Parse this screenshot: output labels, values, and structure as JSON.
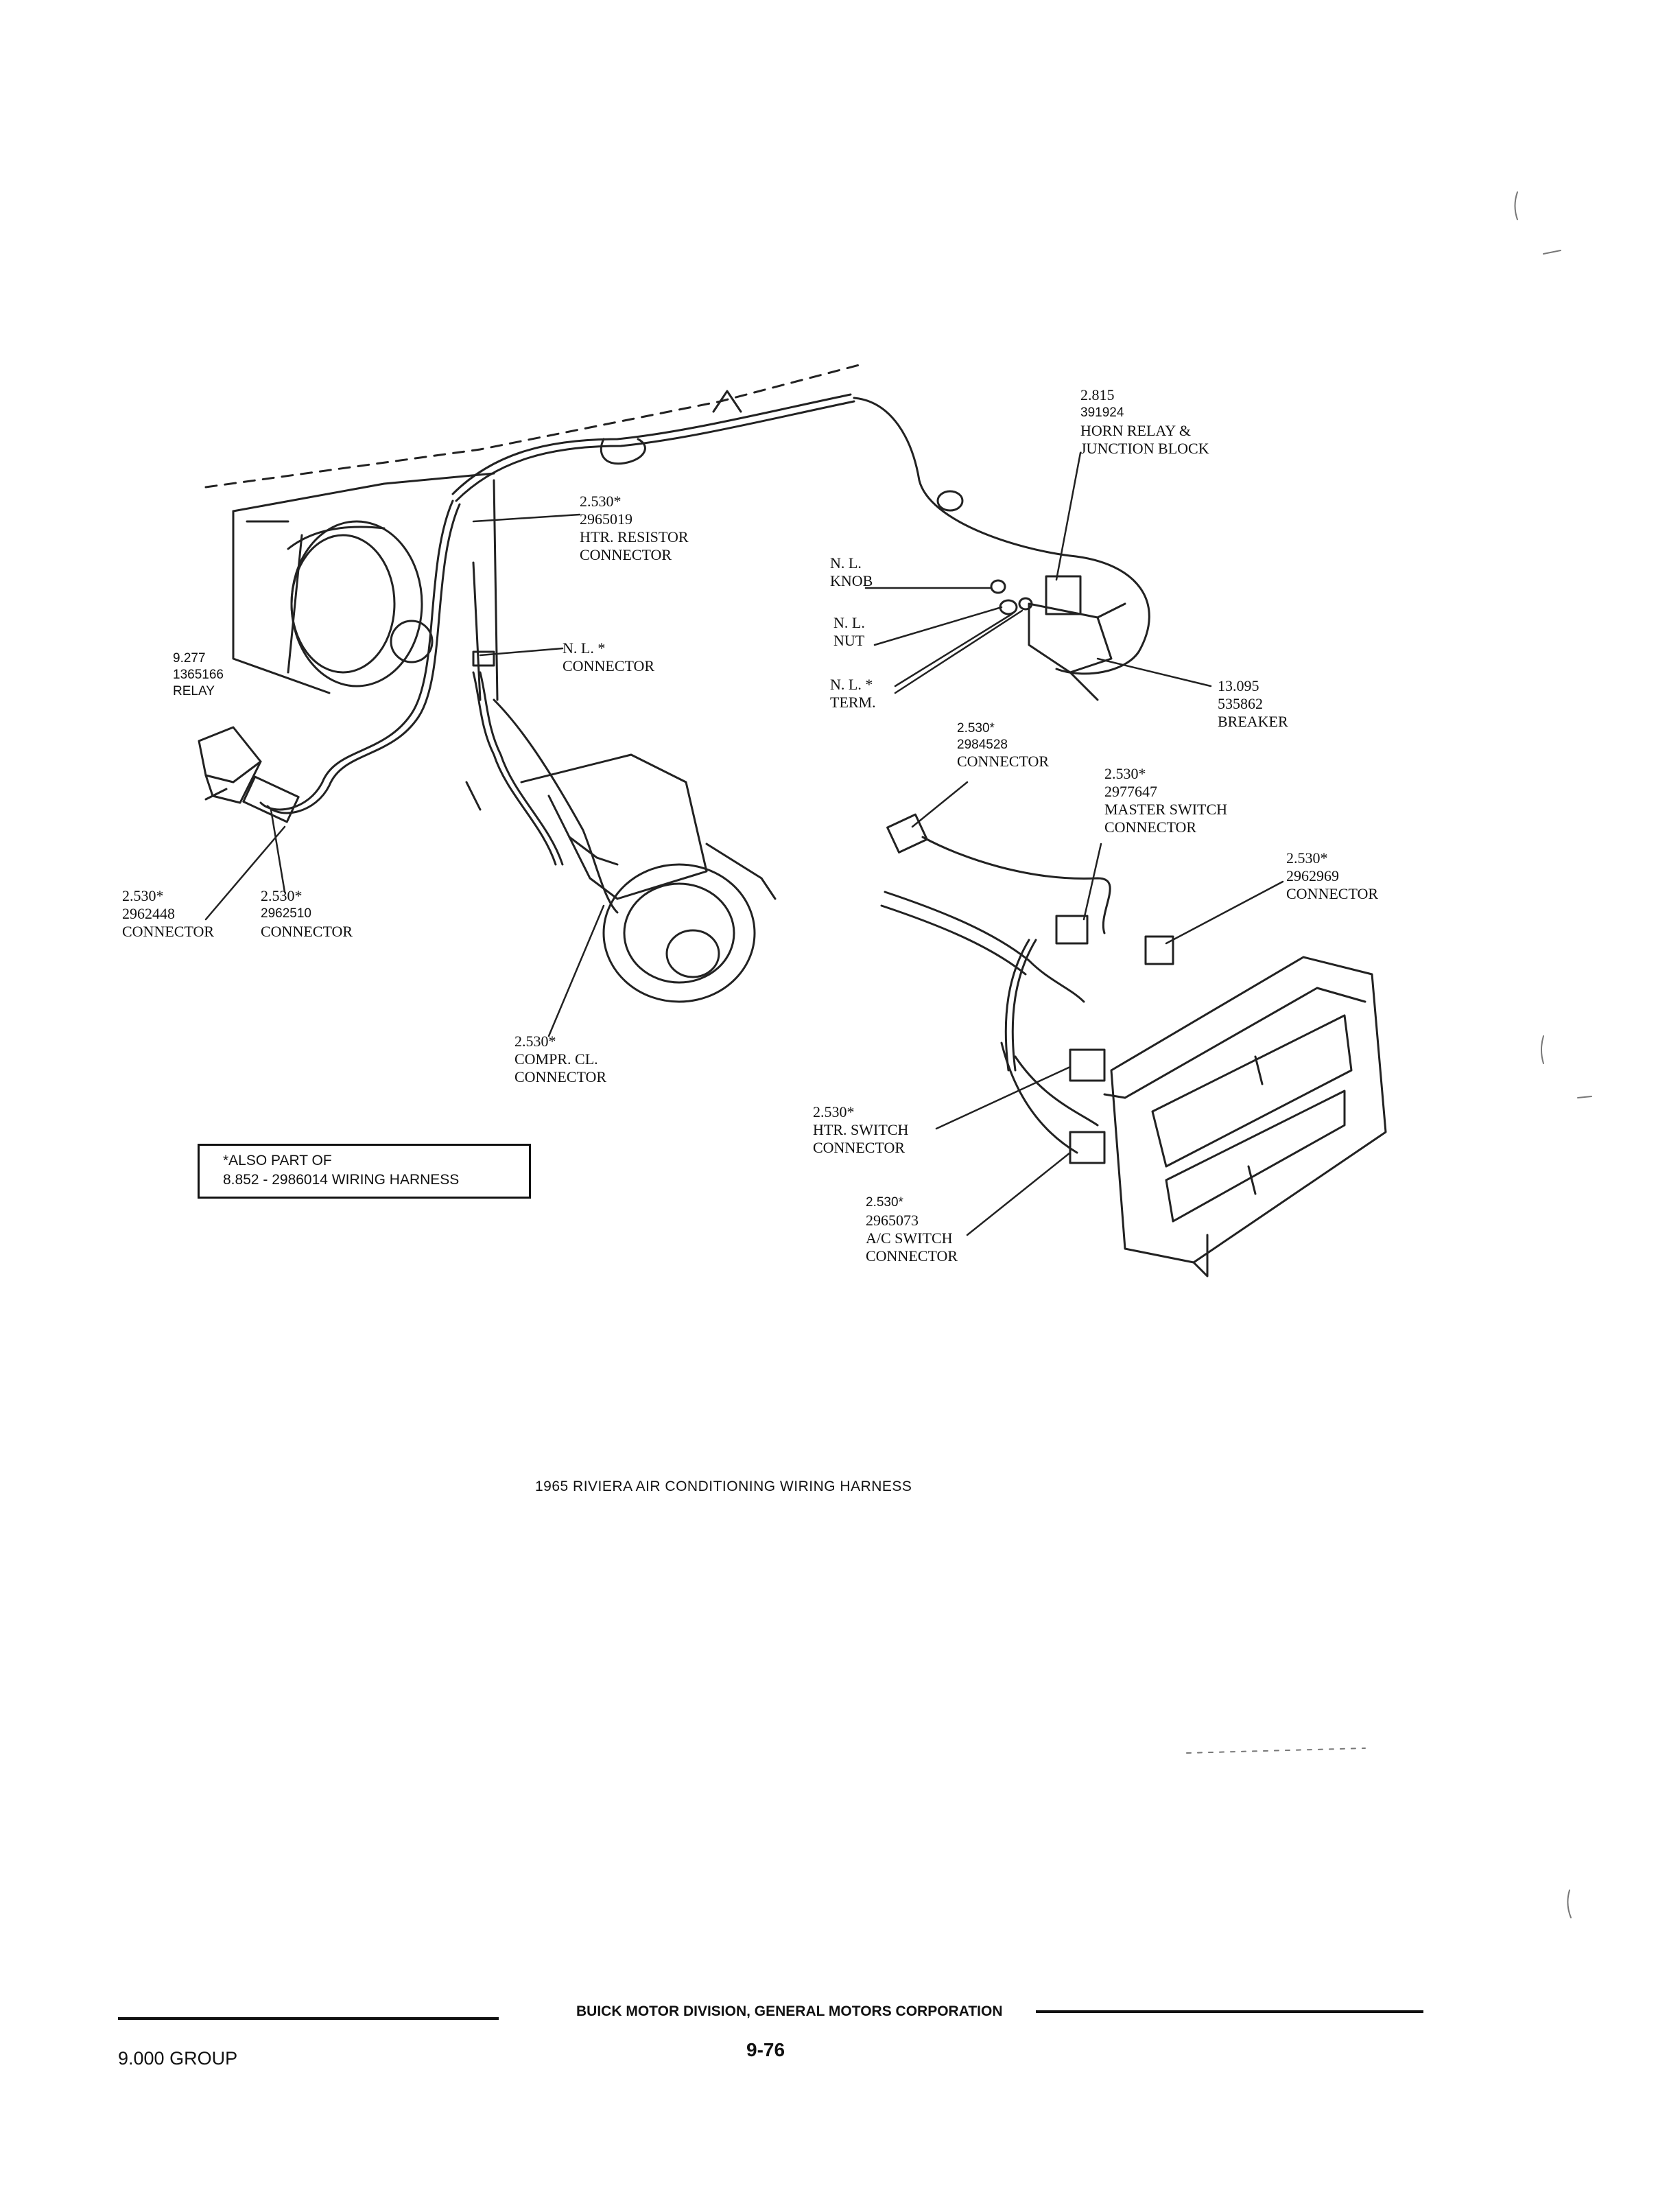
{
  "labels": {
    "htr_resistor": [
      "2.530*",
      "2965019",
      "HTR. RESISTOR",
      "CONNECTOR"
    ],
    "nl_connector": [
      "N. L. *",
      "CONNECTOR"
    ],
    "relay": [
      "9.277",
      "1365166",
      "RELAY"
    ],
    "conn_2962448": [
      "2.530*",
      "2962448",
      "CONNECTOR"
    ],
    "conn_2962510": [
      "2.530*",
      "2962510",
      "CONNECTOR"
    ],
    "compr_cl": [
      "2.530*",
      "COMPR. CL.",
      "CONNECTOR"
    ],
    "horn_relay": [
      "2.815",
      "391924",
      "HORN RELAY &",
      "JUNCTION BLOCK"
    ],
    "knob": [
      "N. L.",
      "KNOB"
    ],
    "nut": [
      "N. L.",
      "NUT"
    ],
    "term": [
      "N. L. *",
      "TERM."
    ],
    "breaker": [
      "13.095",
      "535862",
      "BREAKER"
    ],
    "conn_2984528": [
      "2.530*",
      "2984528",
      "CONNECTOR"
    ],
    "master_switch": [
      "2.530*",
      "2977647",
      "MASTER SWITCH",
      "CONNECTOR"
    ],
    "conn_2962969": [
      "2.530*",
      "2962969",
      "CONNECTOR"
    ],
    "htr_switch": [
      "2.530*",
      "HTR. SWITCH",
      "CONNECTOR"
    ],
    "ac_switch": [
      "2.530*",
      "2965073",
      "A/C SWITCH",
      "CONNECTOR"
    ]
  },
  "note": {
    "line1": "*ALSO PART OF",
    "line2": "8.852 - 2986014  WIRING HARNESS"
  },
  "caption": "1965 RIVIERA AIR CONDITIONING WIRING HARNESS",
  "footer": {
    "division": "BUICK MOTOR DIVISION, GENERAL MOTORS CORPORATION",
    "group": "9.000 GROUP",
    "page": "9-76"
  }
}
